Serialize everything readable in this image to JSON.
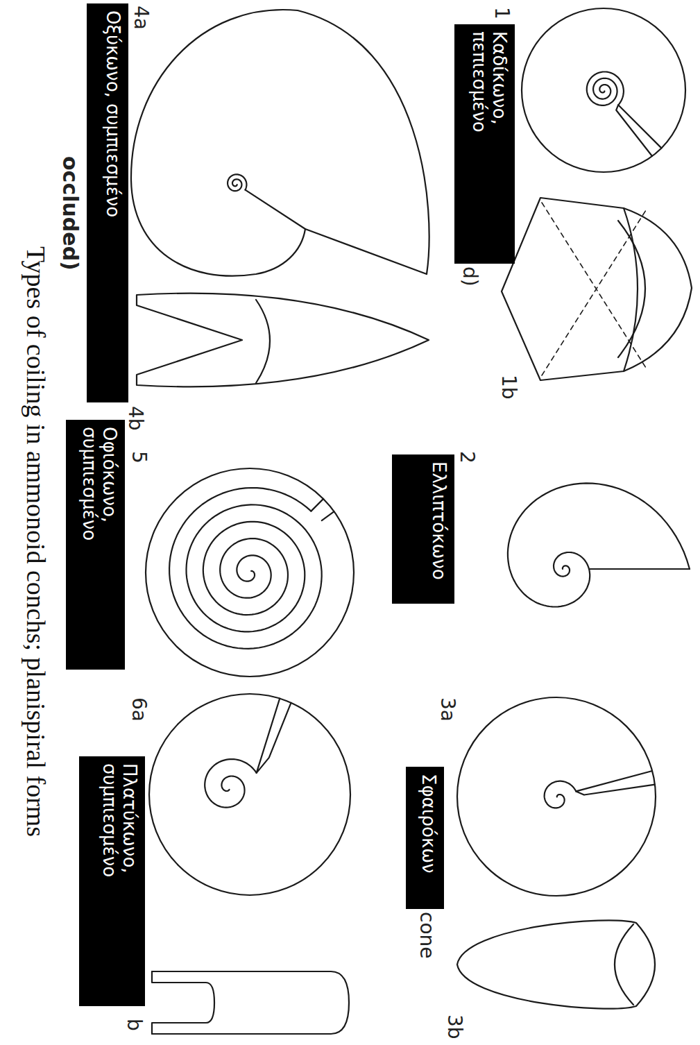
{
  "diagram": {
    "caption": "Types of coiling in ammonoid conchs; planispiral forms",
    "nodes": [
      {
        "text": [
          "Καδίκωνο, πεπιεσμένο"
        ]
      },
      {
        "text": [
          "Οξύκωνο, συμπιεσμένο"
        ]
      },
      {
        "text": [
          "Ελλιπτόκωνο"
        ]
      },
      {
        "text": [
          "Οφιόκωνο, συμπιεσμένο"
        ]
      },
      {
        "text": [
          "Σφαιρόκων"
        ]
      },
      {
        "text": [
          "Πλατύκωνο, συμπιεσμένο"
        ]
      }
    ],
    "labels": [
      "1",
      "1b",
      "2",
      "3a",
      "3b",
      "4a",
      "4b",
      "5",
      "6a",
      "b",
      "d)",
      "cone",
      "occluded)"
    ]
  }
}
